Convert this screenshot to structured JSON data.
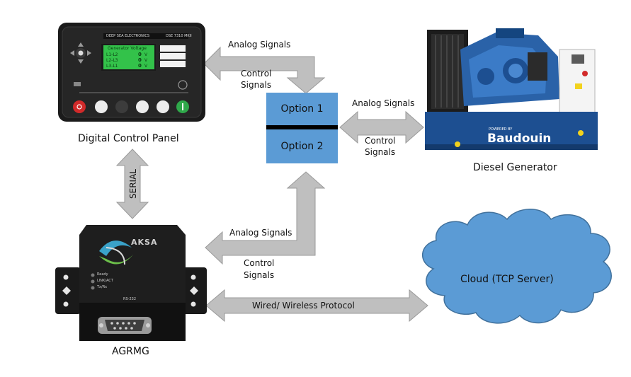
{
  "nodes": {
    "control_panel": {
      "label": "Digital Control Panel",
      "brand_text": "DEEP SEA ELECTRONICS",
      "model_text": "DSE 7310 MKII",
      "screen_title": "Generator Voltage",
      "screen_rows": [
        "L1-L2",
        "L2-L3",
        "L3-L1"
      ],
      "screen_values": [
        "0",
        "0",
        "0"
      ],
      "screen_units": [
        "V",
        "V",
        "V"
      ]
    },
    "options": {
      "option1": "Option 1",
      "option2": "Option 2"
    },
    "generator": {
      "label": "Diesel Generator",
      "brand": "Baudouin",
      "brand_prefix": "POWERED BY"
    },
    "agrmg": {
      "label": "AGRMG",
      "brand": "AKSA",
      "leds": [
        "Ready",
        "LINK/ACT",
        "Tx/Rx"
      ],
      "port_label": "RS-232"
    },
    "cloud": {
      "label": "Cloud (TCP Server)"
    }
  },
  "connections": {
    "panel_to_options": {
      "top": "Analog Signals",
      "bottom_line1": "Control",
      "bottom_line2": "Signals"
    },
    "options_to_generator": {
      "top": "Analog Signals",
      "bottom_line1": "Control",
      "bottom_line2": "Signals"
    },
    "agrmg_to_options": {
      "top": "Analog Signals",
      "bottom_line1": "Control",
      "bottom_line2": "Signals"
    },
    "panel_agrmg": {
      "label": "SERIAL"
    },
    "agrmg_cloud": {
      "label": "Wired/ Wireless Protocol"
    }
  },
  "colors": {
    "arrow_fill": "#bfbfbf",
    "arrow_stroke": "#9a9a9a",
    "option_fill": "#5b9bd5",
    "cloud_fill": "#5b9bd5",
    "cloud_stroke": "#41719c",
    "generator_blue": "#1d4f91"
  }
}
